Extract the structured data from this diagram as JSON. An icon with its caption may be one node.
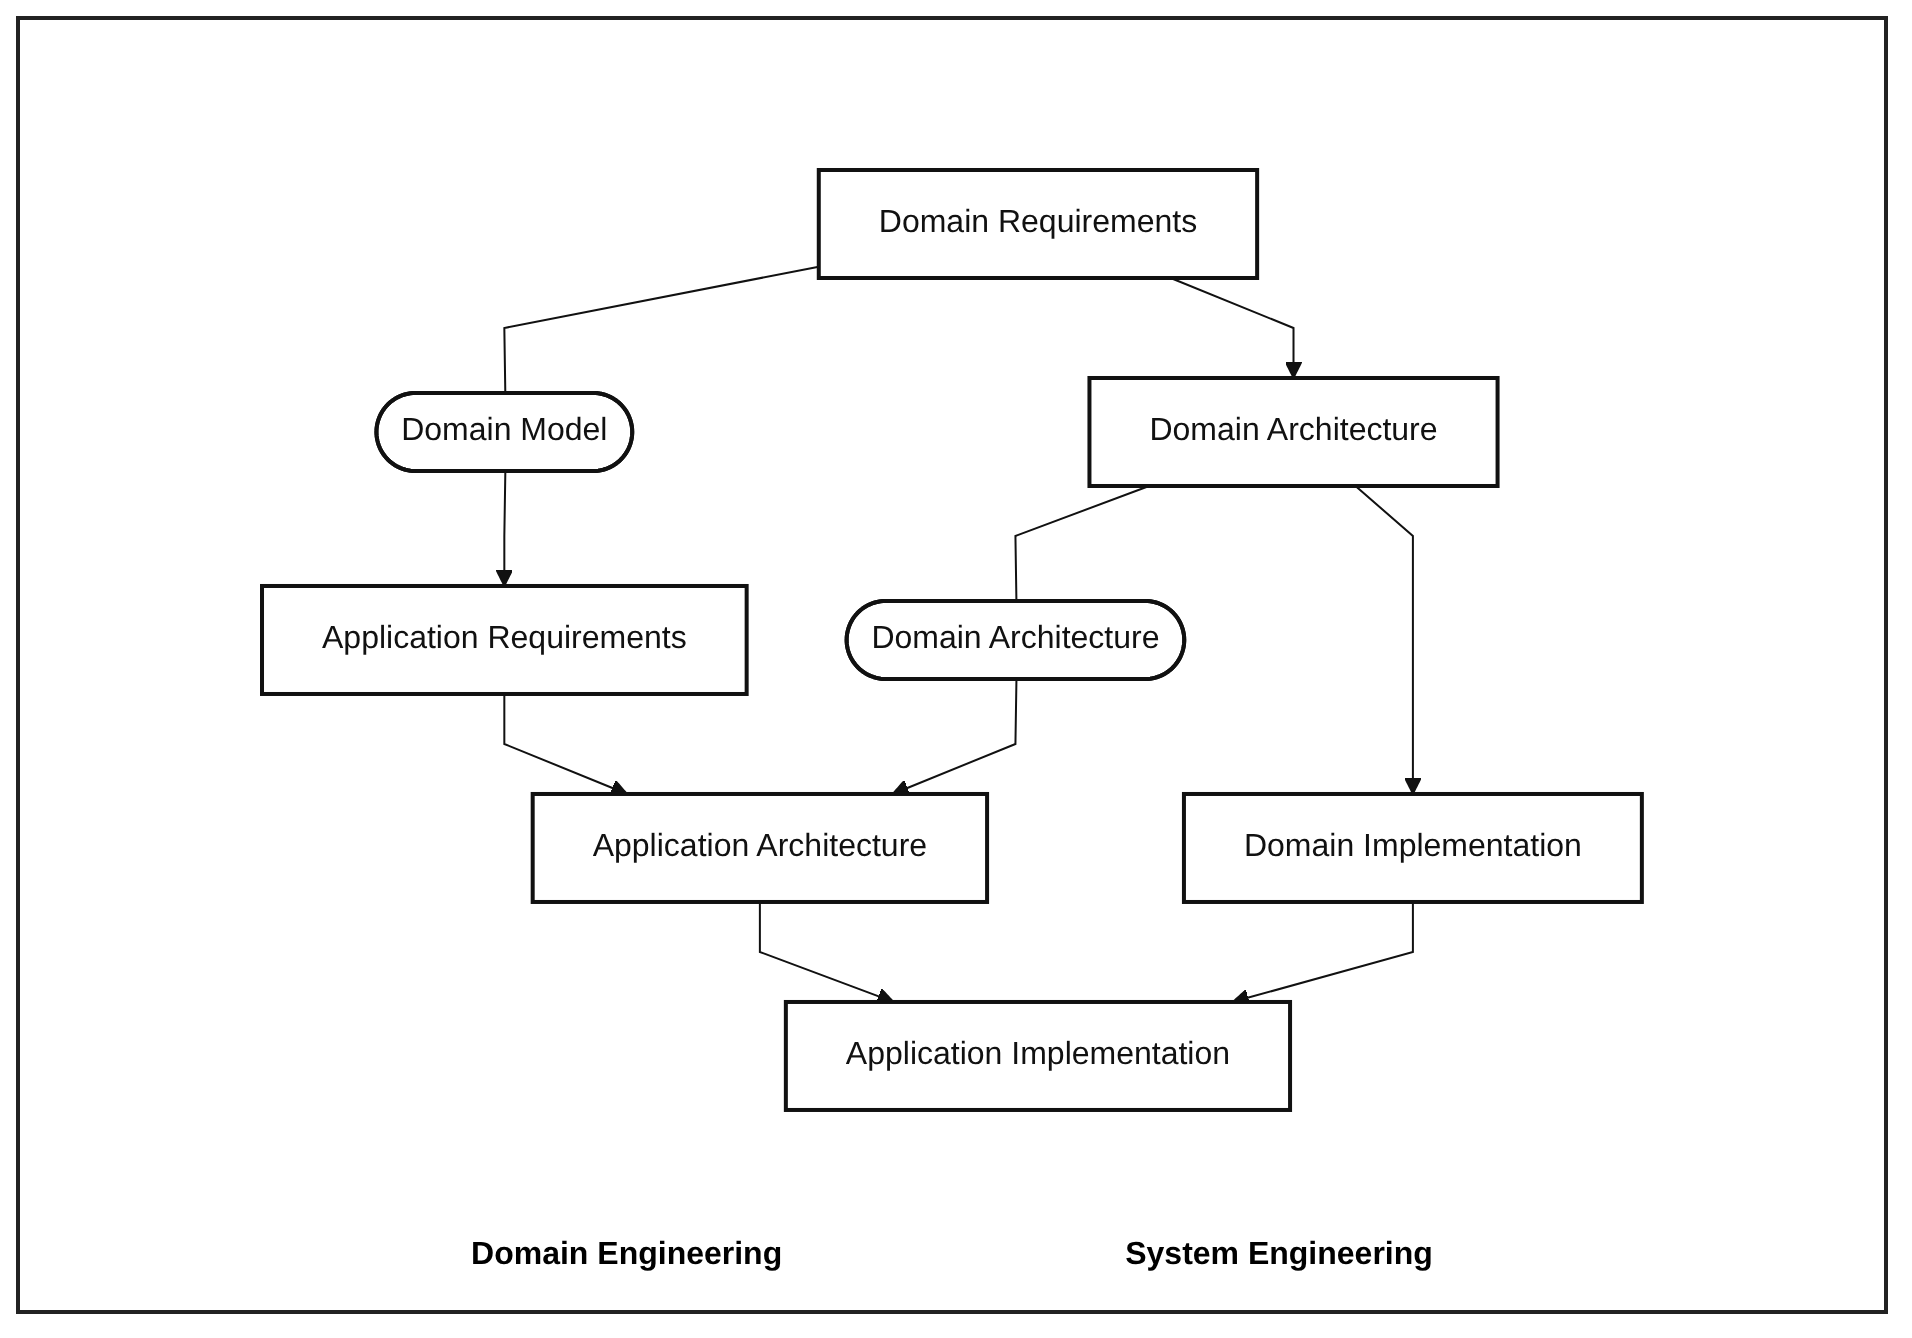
{
  "diagram": {
    "nodes": [
      {
        "text": [
          "Domain Requirements"
        ]
      },
      {
        "text": [
          "Application Requirements"
        ]
      },
      {
        "text": [
          "Domain Model"
        ]
      },
      {
        "text": [
          "Domain Architecture"
        ]
      },
      {
        "text": [
          "Application Architecture"
        ]
      },
      {
        "text": [
          "Domain Architecture"
        ]
      },
      {
        "text": [
          "Domain Implementation"
        ]
      },
      {
        "text": [
          "Application Implementation"
        ]
      }
    ],
    "edges": [
      {
        "from": 0,
        "to": 3,
        "arrow": "to"
      },
      {
        "from": 0,
        "to": 2,
        "arrow": "none"
      },
      {
        "from": 2,
        "to": 1,
        "arrow": "to"
      },
      {
        "from": 1,
        "to": 4,
        "arrow": "to"
      },
      {
        "from": 3,
        "to": 6,
        "arrow": "to"
      },
      {
        "from": 3,
        "to": 5,
        "arrow": "none"
      },
      {
        "from": 5,
        "to": 4,
        "arrow": "to"
      },
      {
        "from": 4,
        "to": 7,
        "arrow": "to"
      },
      {
        "from": 6,
        "to": 7,
        "arrow": "to"
      }
    ],
    "labels": [
      "Domain Engineering",
      "System Engineering"
    ]
  }
}
